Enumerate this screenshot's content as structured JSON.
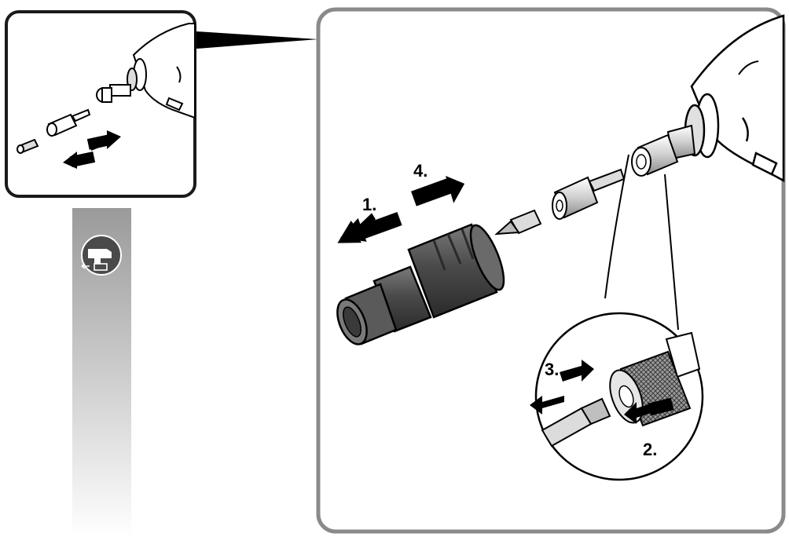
{
  "colors": {
    "frame_border": "#1a1a1a",
    "main_panel_border": "#8a8a8a",
    "side_bar_top": "#9a9a9a",
    "side_bar_bottom": "#ffffff",
    "badge_bg": "#4a4a4a",
    "ink": "#000000",
    "tool_dark": "#555555"
  },
  "icons": {
    "badge": "drill-remove-battery-icon"
  },
  "steps": {
    "step1": "1.",
    "step2": "2.",
    "step3": "3.",
    "step4": "4."
  }
}
